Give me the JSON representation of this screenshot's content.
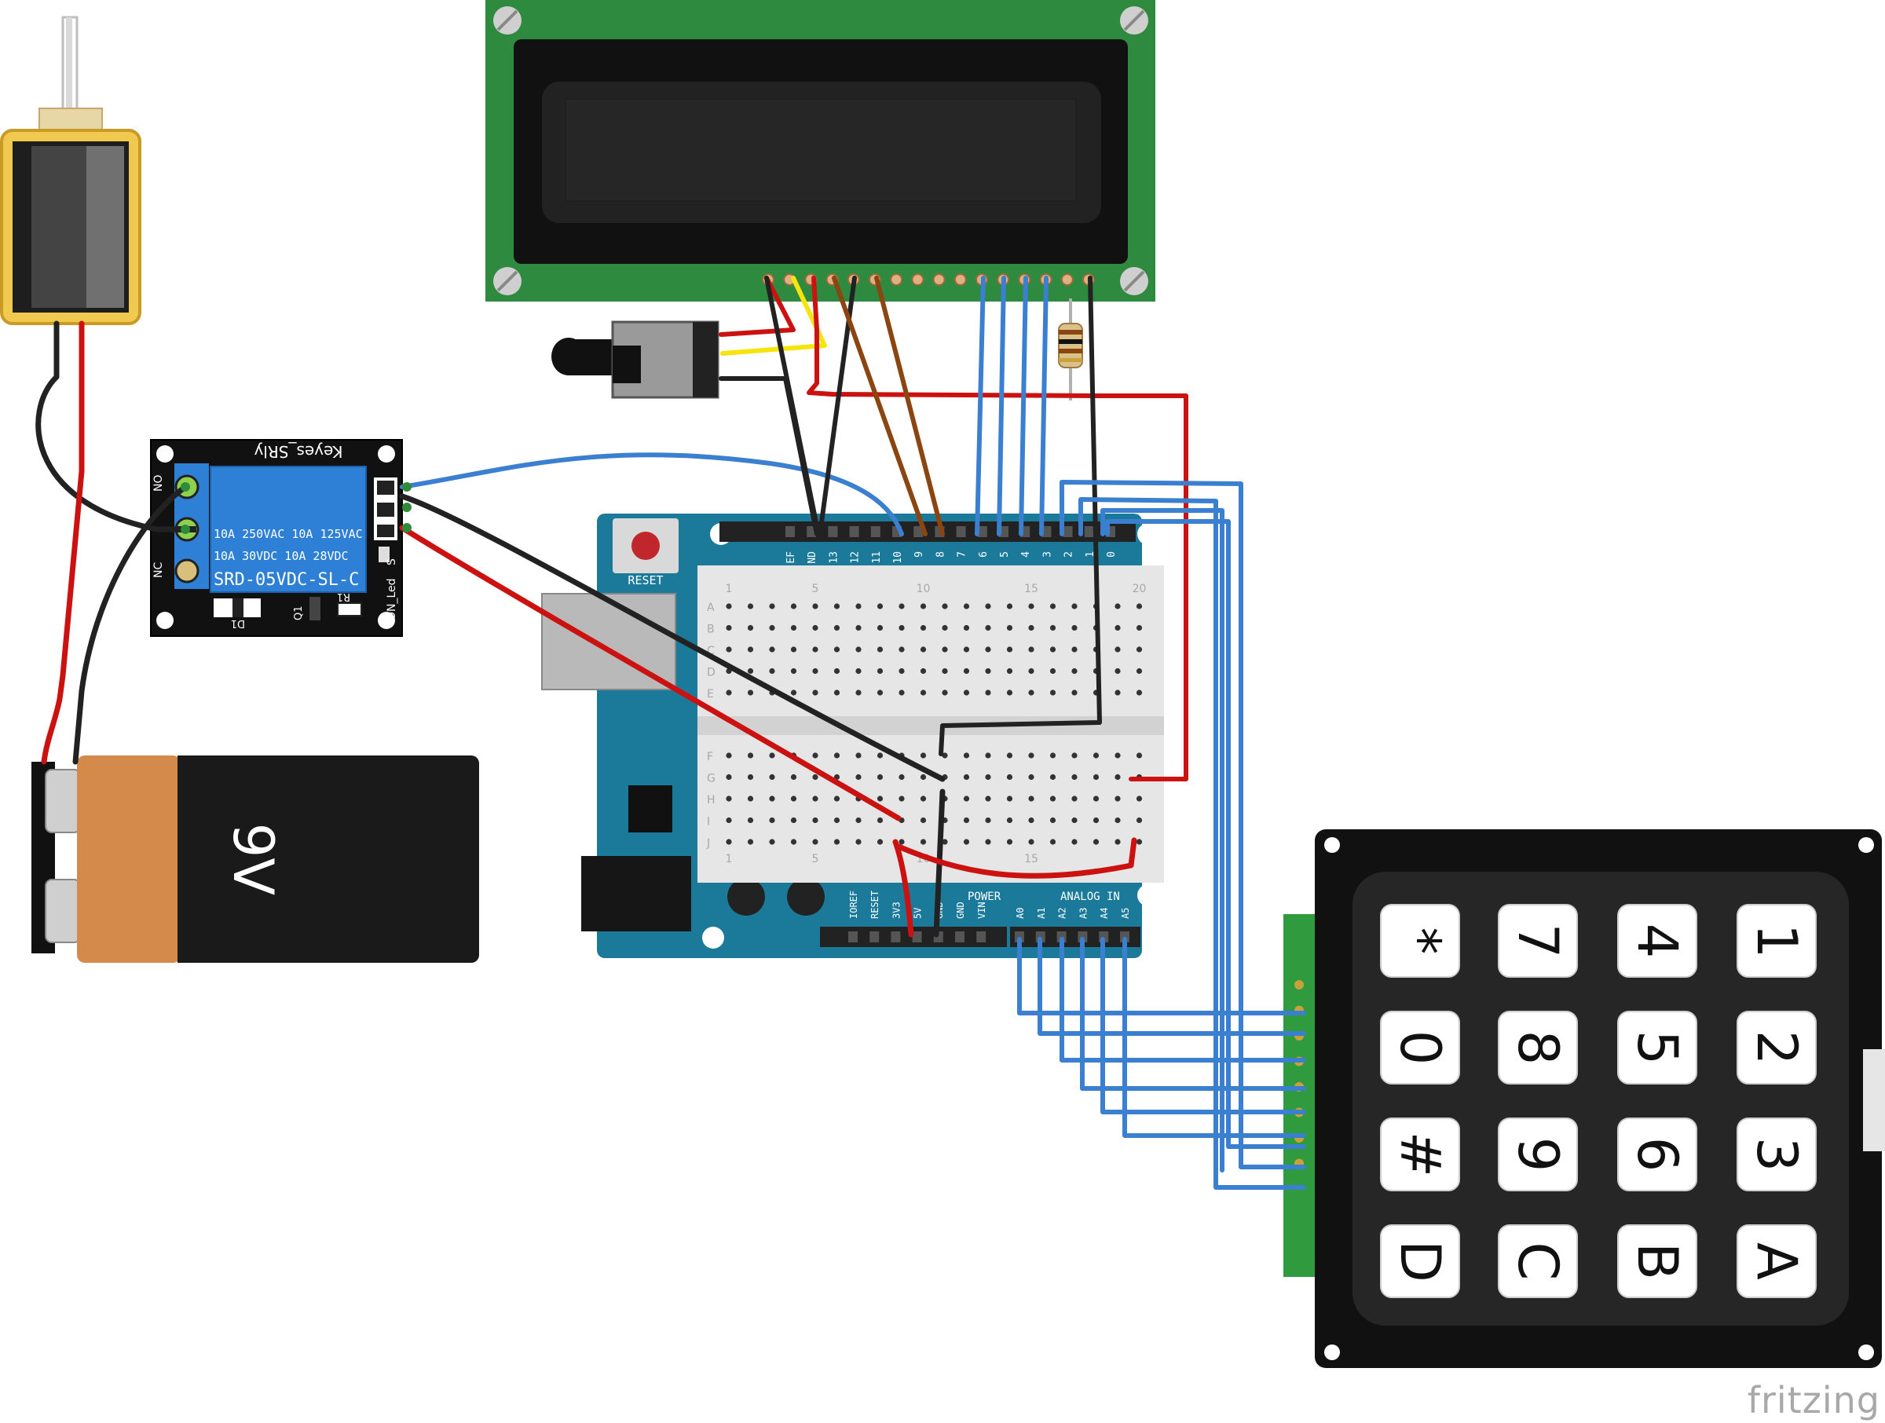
{
  "watermark": "fritzing",
  "relay": {
    "title": "Keyes_SRly",
    "rating_line1": "10A 250VAC  10A 125VAC",
    "rating_line2": "10A  30VDC  10A  28VDC",
    "model": "SRD-05VDC-SL-C",
    "label_no": "NO",
    "label_nc": "NC",
    "label_on_led": "ON_Led",
    "label_s": "S",
    "label_q1": "Q1",
    "label_d1": "D1",
    "label_r1": "R1"
  },
  "battery": {
    "label": "9V"
  },
  "arduino": {
    "reset_label": "RESET",
    "power_label": "POWER",
    "analog_label": "ANALOG IN",
    "digital_pins": [
      "EF",
      "ND",
      "13",
      "12",
      "11",
      "10",
      "9",
      "8",
      "7",
      "6",
      "5",
      "4",
      "3",
      "2",
      "1",
      "0"
    ],
    "power_pins": [
      "IOREF",
      "RESET",
      "3V3",
      "5V",
      "GND",
      "GND",
      "VIN"
    ],
    "analog_pins": [
      "A0",
      "A1",
      "A2",
      "A3",
      "A4",
      "A5"
    ]
  },
  "breadboard": {
    "rows_top": [
      "A",
      "B",
      "C",
      "D",
      "E"
    ],
    "rows_bottom": [
      "F",
      "G",
      "H",
      "I",
      "J"
    ],
    "col_numbers": [
      "1",
      "5",
      "10",
      "15",
      "20"
    ]
  },
  "keypad": {
    "keys": [
      "*",
      "7",
      "4",
      "1",
      "0",
      "8",
      "5",
      "2",
      "#",
      "9",
      "6",
      "3",
      "D",
      "C",
      "B",
      "A"
    ]
  },
  "colors": {
    "wire_red": "#cc1111",
    "wire_black": "#222222",
    "wire_blue": "#3a7fd0",
    "wire_brown": "#8a4510",
    "wire_yellow": "#f5e40d",
    "arduino_blue": "#1b7a99",
    "lcd_green": "#2d8a3e",
    "relay_blue": "#2e7fd6"
  }
}
